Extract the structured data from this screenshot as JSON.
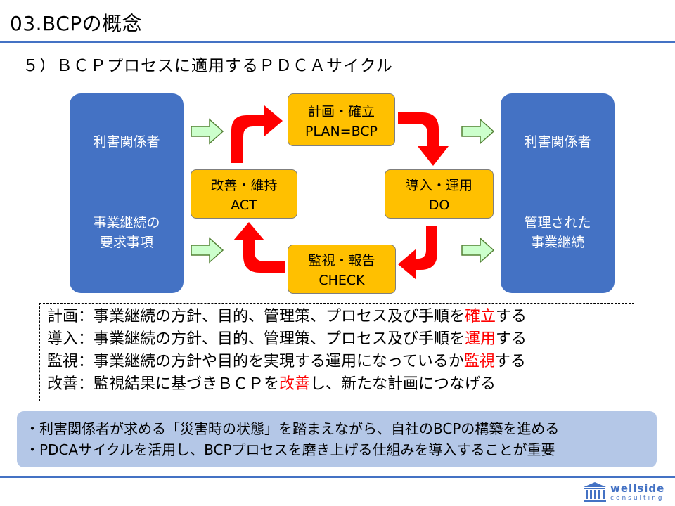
{
  "header": {
    "title": "03.BCPの概念"
  },
  "section": {
    "subtitle": "５）ＢＣＰプロセスに適用するＰＤＣＡサイクル"
  },
  "diagram": {
    "left_box": {
      "line1": "利害関係者",
      "line2": "事業継続の",
      "line3": "要求事項"
    },
    "right_box": {
      "line1": "利害関係者",
      "line2": "管理された",
      "line3": "事業継続"
    },
    "plan": {
      "line1": "計画・確立",
      "line2": "PLAN=BCP"
    },
    "do": {
      "line1": "導入・運用",
      "line2": "DO"
    },
    "check": {
      "line1": "監視・報告",
      "line2": "CHECK"
    },
    "act": {
      "line1": "改善・維持",
      "line2": "ACT"
    },
    "colors": {
      "box_blue": "#4472c4",
      "pdca_yellow": "#ffc000",
      "arrow_red": "#ff0000",
      "arrow_green": "#ccffcc"
    }
  },
  "definitions": [
    {
      "pre": "計画：事業継続の方針、目的、管理策、プロセス及び手順を",
      "hl": "確立",
      "post": "する"
    },
    {
      "pre": "導入：事業継続の方針、目的、管理策、プロセス及び手順を",
      "hl": "運用",
      "post": "する"
    },
    {
      "pre": "監視：事業継続の方針や目的を実現する運用になっているか",
      "hl": "監視",
      "post": "する"
    },
    {
      "pre": "改善：監視結果に基づきＢＣＰを",
      "hl": "改善",
      "post": "し、新たな計画につなげる"
    }
  ],
  "notes": [
    "・利害関係者が求める「災害時の状態」を踏まえながら、自社のBCPの構築を進める",
    "・PDCAサイクルを活用し、BCPプロセスを磨き上げる仕組みを導入することが重要"
  ],
  "logo": {
    "name": "wellside",
    "sub": "consulting"
  }
}
